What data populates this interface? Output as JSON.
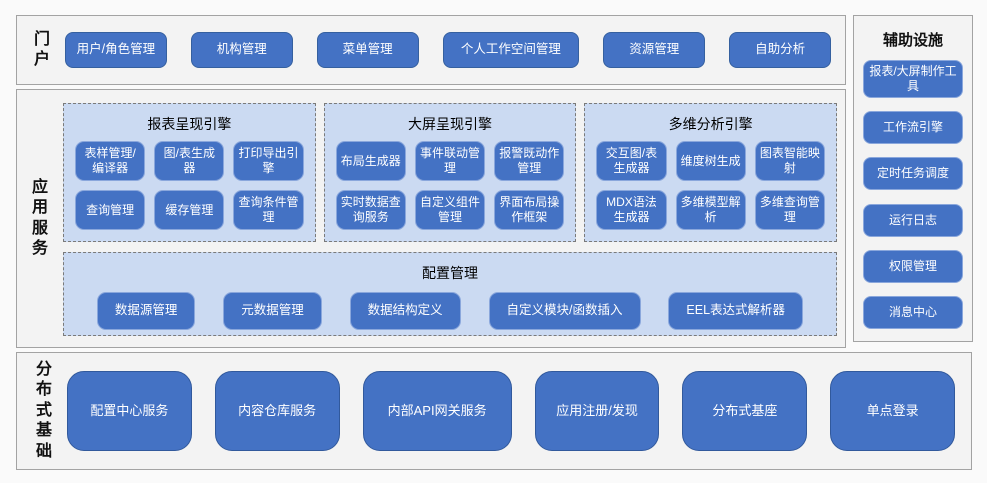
{
  "portal": {
    "label": "门户",
    "items": [
      "用户/角色管理",
      "机构管理",
      "菜单管理",
      "个人工作空间管理",
      "资源管理",
      "自助分析"
    ]
  },
  "app_services": {
    "label": "应用服务",
    "panels": [
      {
        "title": "报表呈现引擎",
        "items": [
          "表样管理/编译器",
          "图/表生成器",
          "打印导出引擎",
          "查询管理",
          "缓存管理",
          "查询条件管理"
        ]
      },
      {
        "title": "大屏呈现引擎",
        "items": [
          "布局生成器",
          "事件联动管理",
          "报警既动作管理",
          "实时数据查询服务",
          "自定义组件管理",
          "界面布局操作框架"
        ]
      },
      {
        "title": "多维分析引擎",
        "items": [
          "交互图/表生成器",
          "维度树生成",
          "图表智能映射",
          "MDX语法生成器",
          "多维模型解析",
          "多维查询管理"
        ]
      }
    ],
    "config_panel": {
      "title": "配置管理",
      "items": [
        "数据源管理",
        "元数据管理",
        "数据结构定义",
        "自定义模块/函数插入",
        "EEL表达式解析器"
      ]
    }
  },
  "auxiliary": {
    "label": "辅助设施",
    "items": [
      "报表/大屏制作工具",
      "工作流引擎",
      "定时任务调度",
      "运行日志",
      "权限管理",
      "消息中心"
    ]
  },
  "distributed": {
    "label": "分布式基础",
    "items": [
      "配置中心服务",
      "内容仓库服务",
      "内部API网关服务",
      "应用注册/发现",
      "分布式基座",
      "单点登录"
    ]
  },
  "colors": {
    "button_blue": "#4472C4",
    "panel_light_blue": "#CBDAF2",
    "button_border_light": "#8AA7DC",
    "section_border": "#A3A3A3"
  }
}
